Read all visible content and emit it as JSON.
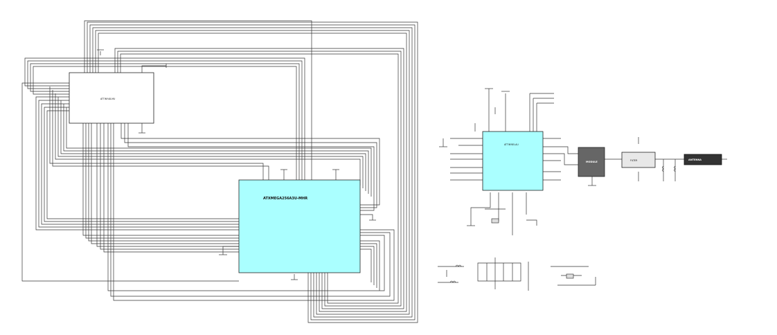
{
  "schematic": {
    "left_ic_small": {
      "name": "ATTINY48-MU"
    },
    "left_ic_main": {
      "name": "ATXMEGA256A3U-MHR"
    },
    "right_mcu": {
      "name": "ATTINY85-AU"
    },
    "rf_module": {
      "name": "MODULE"
    },
    "filter_block": {
      "name": "FILTER"
    },
    "antenna": {
      "name": "ANTENNA"
    }
  }
}
